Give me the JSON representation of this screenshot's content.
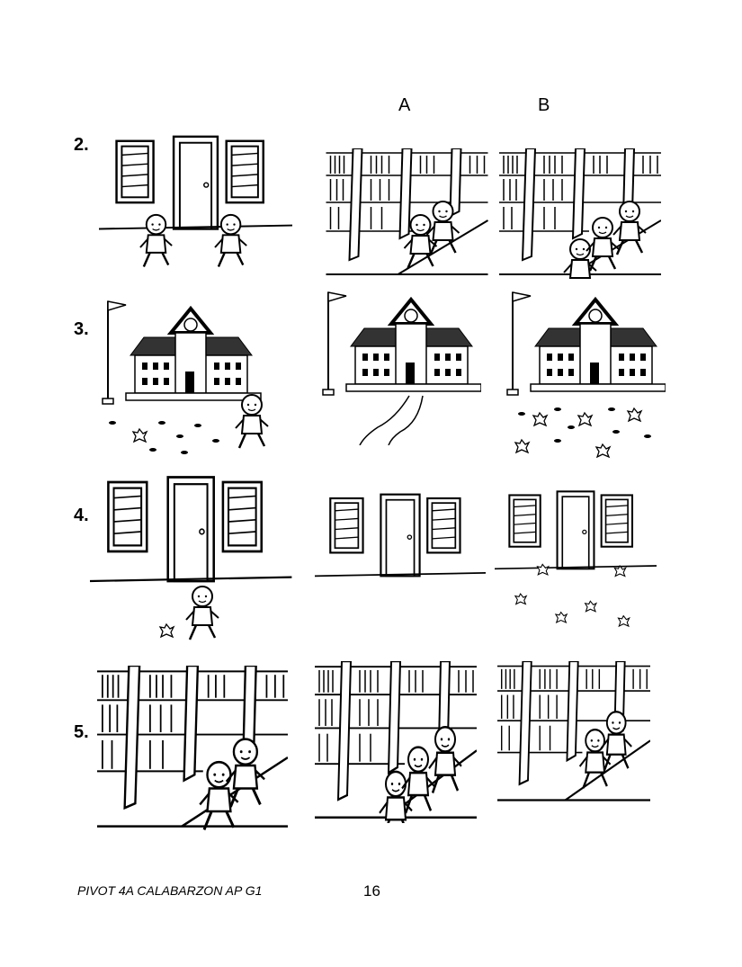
{
  "columns": {
    "a": "A",
    "b": "B"
  },
  "items": [
    {
      "number": "2.",
      "panels": [
        "door-children-running",
        "library-two-children-talking",
        "library-three-children-reading"
      ]
    },
    {
      "number": "3.",
      "panels": [
        "school-child-littering",
        "school-clean-grounds",
        "school-littered-grounds"
      ]
    },
    {
      "number": "4.",
      "panels": [
        "door-child-picking-up-trash",
        "door-clean",
        "door-littered"
      ]
    },
    {
      "number": "5.",
      "panels": [
        "library-two-children-talking",
        "library-three-children-reading",
        "library-two-children-talking"
      ]
    }
  ],
  "footer": {
    "source": "PIVOT 4A CALABARZON AP G1",
    "page_number": "16"
  }
}
